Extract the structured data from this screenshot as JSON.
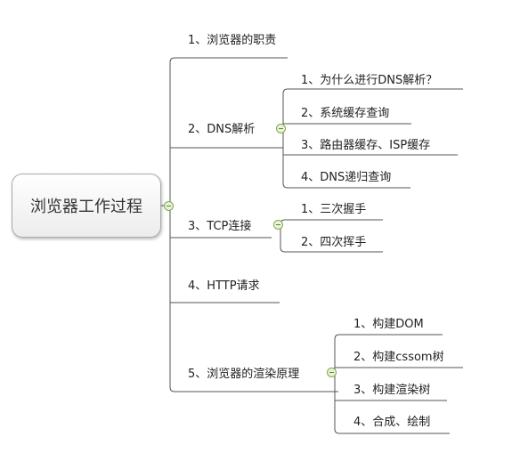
{
  "root": {
    "label": "浏览器工作过程"
  },
  "branches": [
    {
      "label": "1、浏览器的职责",
      "children": []
    },
    {
      "label": "2、DNS解析",
      "children": [
        "1、为什么进行DNS解析？",
        "2、系统缓存查询",
        "3、路由器缓存、ISP缓存",
        "4、DNS递归查询"
      ]
    },
    {
      "label": "3、TCP连接",
      "children": [
        "1、三次握手",
        "2、四次挥手"
      ]
    },
    {
      "label": "4、HTTP请求",
      "children": []
    },
    {
      "label": "5、浏览器的渲染原理",
      "children": [
        "1、构建DOM",
        "2、构建cssom树",
        "3、构建渲染树",
        "4、合成、绘制"
      ]
    }
  ]
}
